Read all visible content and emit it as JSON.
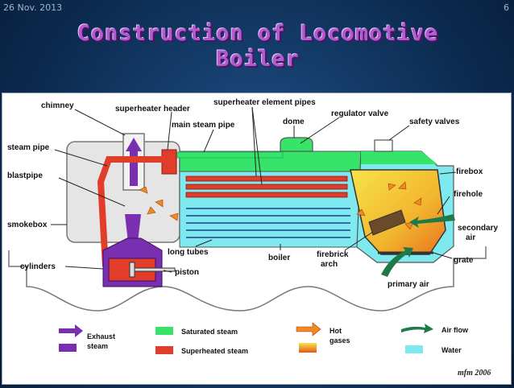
{
  "header": {
    "date": "26 Nov. 2013",
    "slide_number": "6"
  },
  "title": {
    "line1": "Construction of Locomotive",
    "line2": "Boiler"
  },
  "labels": {
    "chimney": "chimney",
    "superheater_header": "superheater header",
    "superheater_element_pipes": "superheater element pipes",
    "main_steam_pipe": "main steam pipe",
    "dome": "dome",
    "regulator_valve": "regulator valve",
    "safety_valves": "safety valves",
    "steam_pipe": "steam pipe",
    "blastpipe": "blastpipe",
    "firebox": "firebox",
    "firehole": "firehole",
    "smokebox": "smokebox",
    "secondary_air_1": "secondary",
    "secondary_air_2": "air",
    "long_tubes": "long tubes",
    "cylinders": "cylinders",
    "piston": "piston",
    "boiler": "boiler",
    "firebrick_arch_1": "firebrick",
    "firebrick_arch_2": "arch",
    "grate": "grate",
    "primary_air": "primary air"
  },
  "legend": {
    "exhaust_steam_1": "Exhaust",
    "exhaust_steam_2": "steam",
    "saturated_steam": "Saturated steam",
    "superheated_steam": "Superheated steam",
    "hot_gases_1": "Hot",
    "hot_gases_2": "gases",
    "air_flow": "Air flow",
    "water": "Water"
  },
  "signature": "mfm 2006",
  "colors": {
    "title": "#b25ad0",
    "saturated_steam": "#37e46a",
    "superheated_steam": "#e23c2a",
    "water": "#7fe9f0",
    "exhaust": "#7a2fb0",
    "air_flow": "#1f7a4a",
    "firebox": "#f2d23a",
    "tube_lines": "#1f3f8c"
  }
}
